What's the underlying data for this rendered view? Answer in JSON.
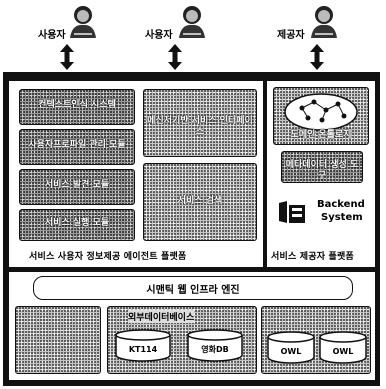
{
  "actors": [
    {
      "label": "사용자",
      "icon": "user-icon"
    },
    {
      "label": "사용자",
      "icon": "user-icon"
    },
    {
      "label": "제공자",
      "icon": "user-icon"
    }
  ],
  "left_panel": {
    "title": "서비스 사용자 정보제공 에이전트 플랫폼",
    "modules": [
      {
        "label": "컨텍스트인식 시스템"
      },
      {
        "label": "사용자프로파일 관리 모듈"
      },
      {
        "label": "서비스 발견 모듈"
      },
      {
        "label": "서비스 실행 모듈"
      },
      {
        "label": "메신저기반 서비스 인터페이스"
      },
      {
        "label": "서비스 검색"
      }
    ]
  },
  "right_panel": {
    "title": "서비스 제공자 플랫폼",
    "modules": [
      {
        "label": "도메인 온톨로지"
      },
      {
        "label": "메타데이터 생성 도구"
      }
    ],
    "backend": {
      "line1": "Backend",
      "line2": "System"
    }
  },
  "bottom_panel": {
    "title": "시맨틱 웹 인프라 엔진",
    "external_db_title": "외부데이터베이스",
    "databases": [
      "KT114",
      "영화DB"
    ],
    "ontologies": [
      "OWL",
      "OWL"
    ]
  }
}
